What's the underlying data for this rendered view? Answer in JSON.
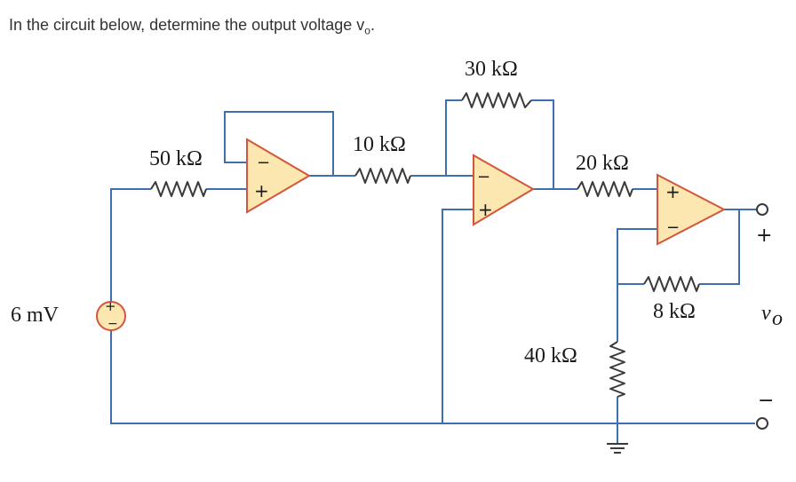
{
  "question": {
    "text": "In the circuit below, determine the output voltage v",
    "subscript": "o",
    "end": "."
  },
  "labels": {
    "r50": "50 kΩ",
    "r10": "10 kΩ",
    "r30": "30 kΩ",
    "r20": "20 kΩ",
    "r40": "40 kΩ",
    "r8": "8 kΩ",
    "source": "6 mV",
    "vo": "v",
    "vo_sub": "o",
    "plus": "+",
    "minus": "−"
  },
  "colors": {
    "wire": "#3f6fb0",
    "opamp_fill": "#fce7b0",
    "opamp_stroke": "#d5553b"
  }
}
